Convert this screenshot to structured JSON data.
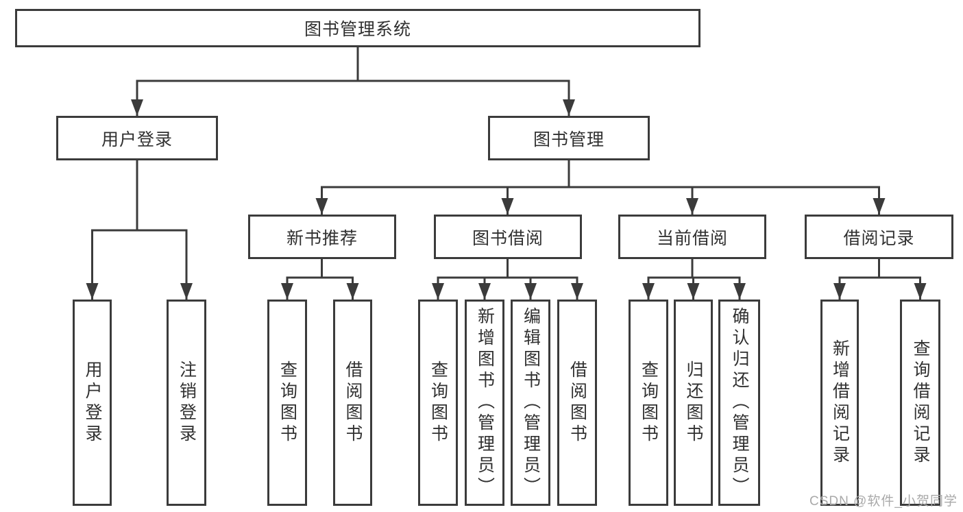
{
  "diagram": {
    "root_label": "图书管理系统",
    "level1": [
      {
        "label": "用户登录"
      },
      {
        "label": "图书管理"
      }
    ],
    "level2": [
      {
        "label": "新书推荐"
      },
      {
        "label": "图书借阅"
      },
      {
        "label": "当前借阅"
      },
      {
        "label": "借阅记录"
      }
    ],
    "leaves": {
      "login": [
        "用户登录",
        "注销登录"
      ],
      "new_book": [
        "查询图书",
        "借阅图书"
      ],
      "book_borrow": [
        "查询图书",
        "新增图书（管理员）",
        "编辑图书（管理员）",
        "借阅图书"
      ],
      "current_borrow": [
        "查询图书",
        "归还图书",
        "确认归还（管理员）"
      ],
      "borrow_record": [
        "新增借阅记录",
        "查询借阅记录"
      ]
    },
    "watermark": "CSDN @软件_小贺同学",
    "colors": {
      "line": "#3b3b3b",
      "text": "#303030",
      "watermark": "#a9a9a9",
      "background": "#ffffff"
    }
  }
}
